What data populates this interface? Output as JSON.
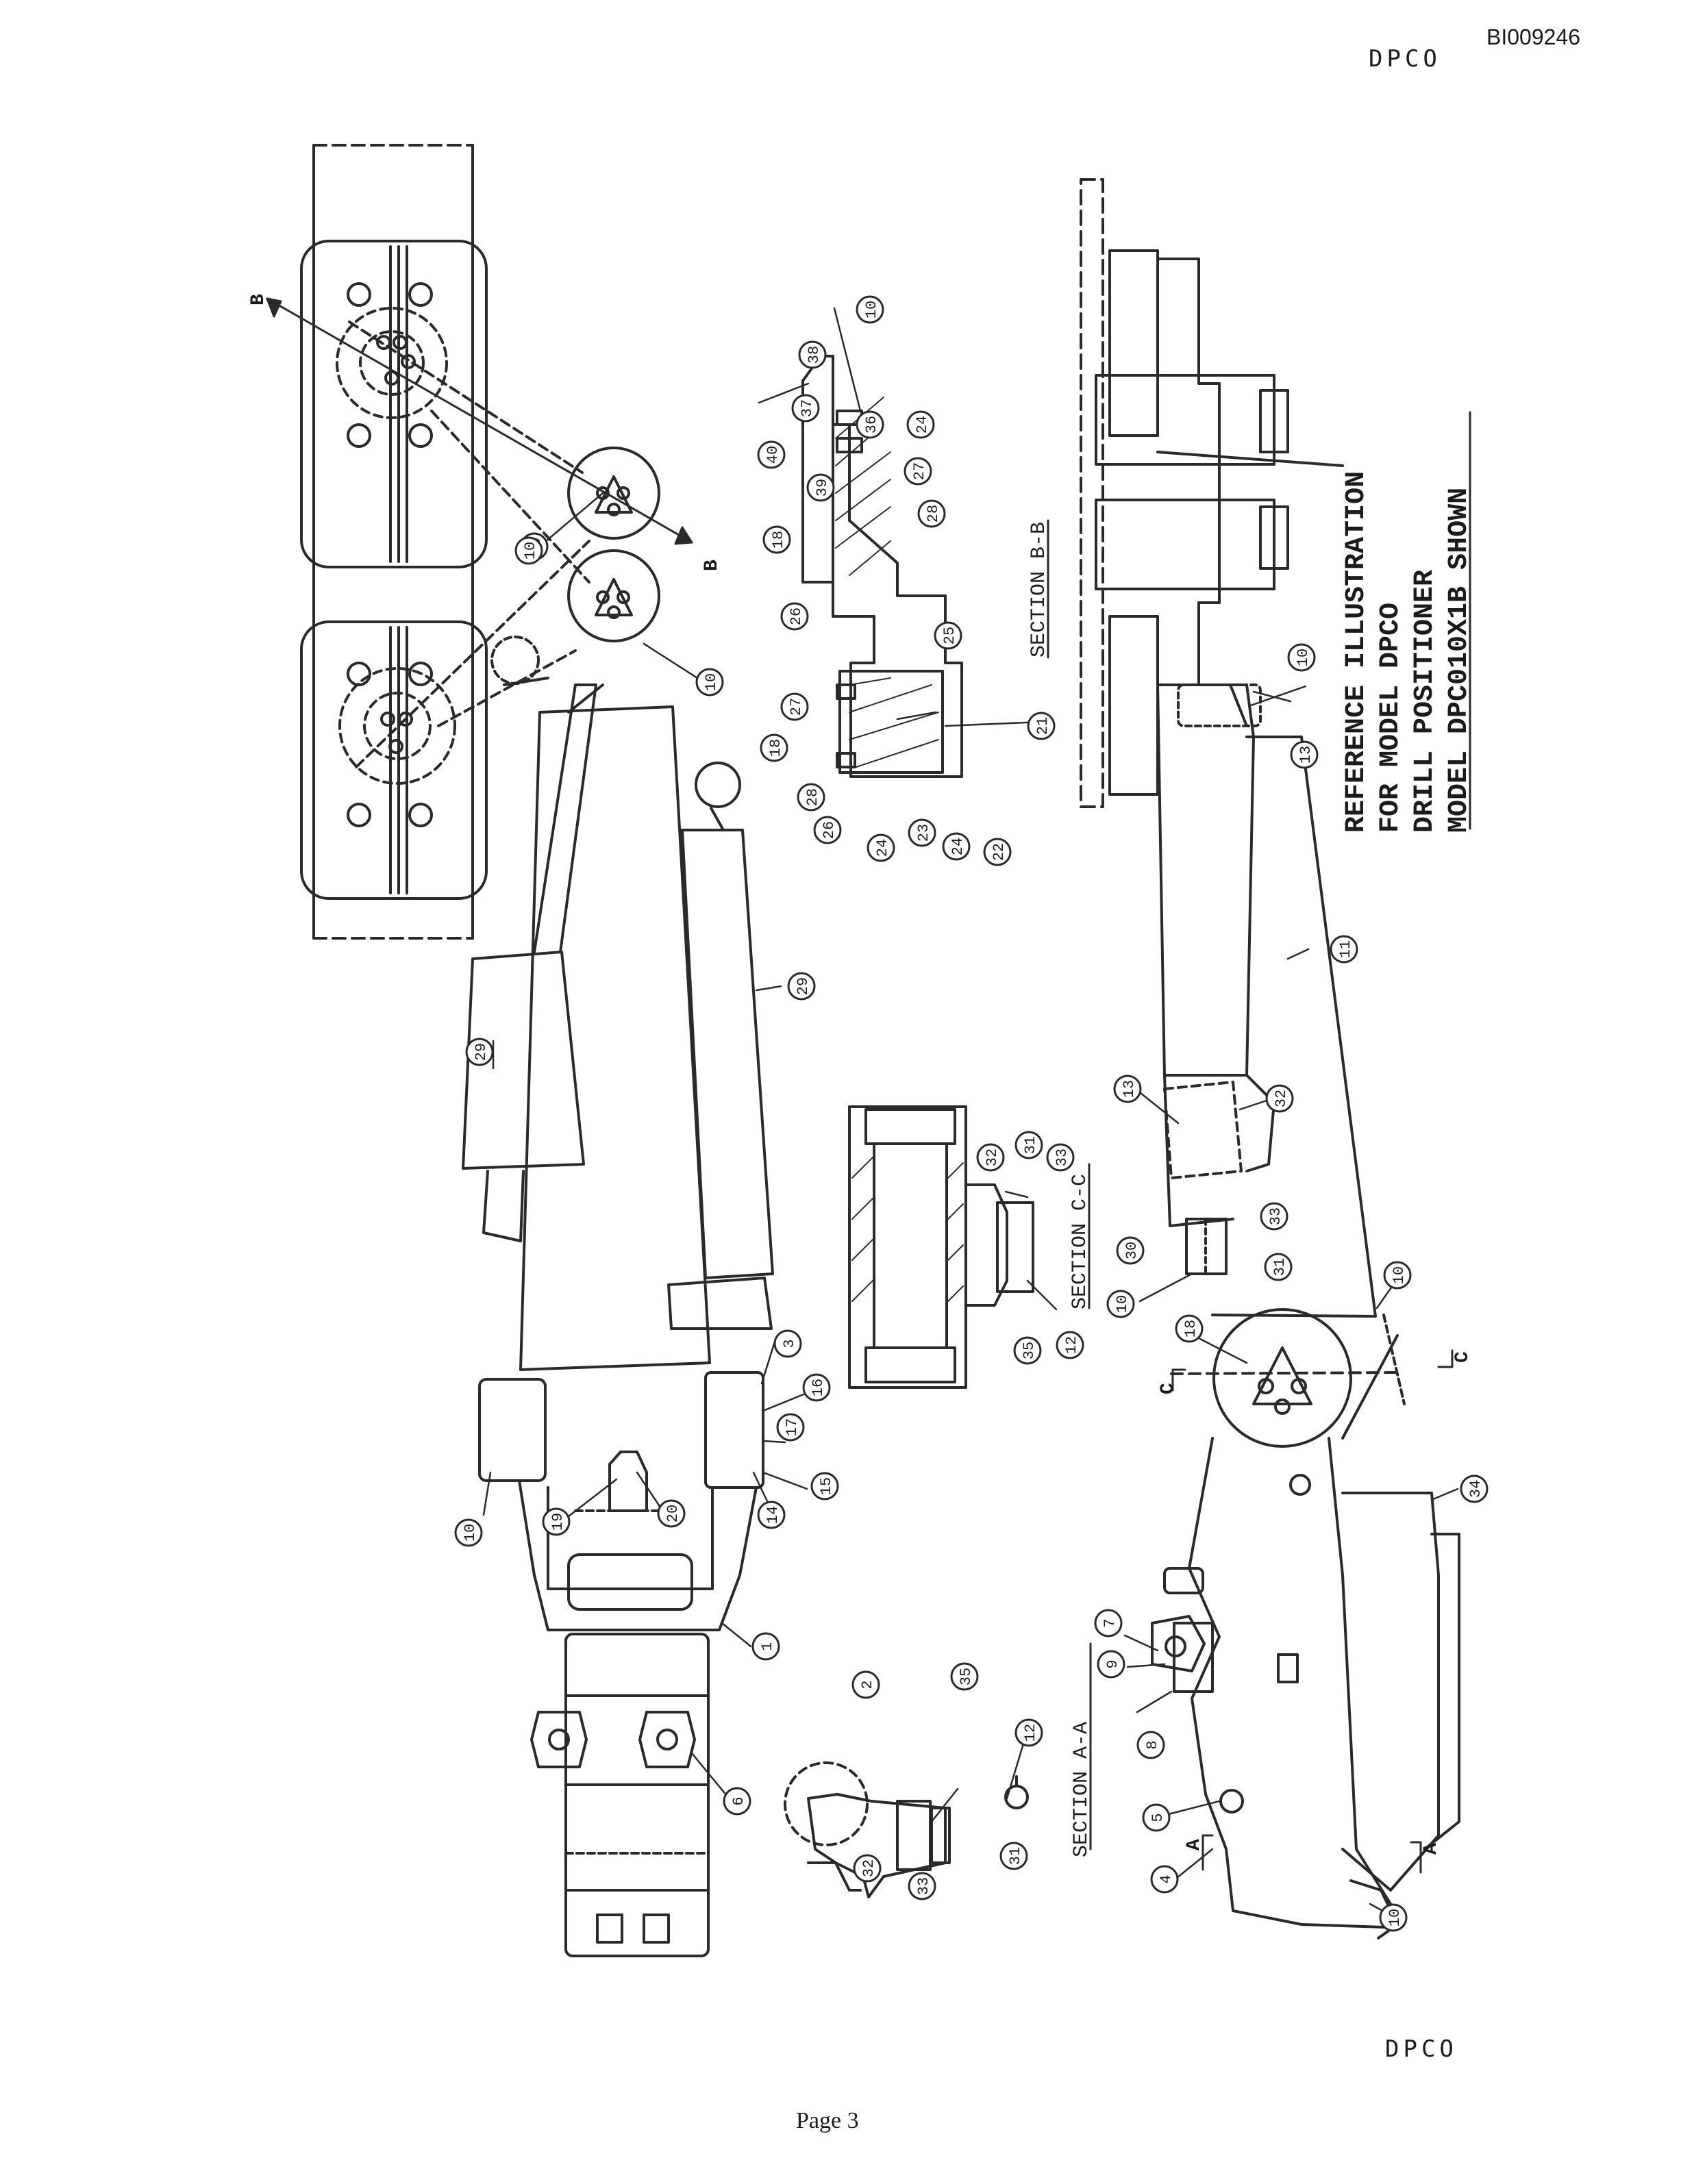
{
  "header": {
    "doc_id": "BI009246",
    "brand_top": "DPCO"
  },
  "footer": {
    "page_label": "Page 3",
    "brand_bottom": "DPCO"
  },
  "title_block": {
    "lines": [
      "REFERENCE ILLUSTRATION",
      "FOR MODEL DPCO",
      "DRILL POSITIONER",
      "MODEL DPC010X1B SHOWN"
    ]
  },
  "sections": {
    "b": "SECTION B-B",
    "c": "SECTION C-C",
    "a": "SECTION A-A"
  },
  "cut_markers": {
    "b1": "B",
    "b2": "B",
    "c1": "C",
    "c2": "C",
    "a1": "A",
    "a2": "A"
  },
  "callouts": [
    "10",
    "10",
    "10",
    "29",
    "29",
    "3",
    "16",
    "17",
    "15",
    "14",
    "10",
    "19",
    "20",
    "1",
    "6",
    "10",
    "38",
    "37",
    "40",
    "39",
    "36",
    "24",
    "27",
    "28",
    "18",
    "26",
    "25",
    "27",
    "18",
    "28",
    "26",
    "24",
    "23",
    "24",
    "22",
    "21",
    "32",
    "31",
    "33",
    "35",
    "12",
    "2",
    "35",
    "12",
    "32",
    "33",
    "31",
    "10",
    "13",
    "11",
    "13",
    "32",
    "30",
    "33",
    "31",
    "10",
    "18",
    "10",
    "34",
    "7",
    "9",
    "8",
    "5",
    "4",
    "10"
  ]
}
